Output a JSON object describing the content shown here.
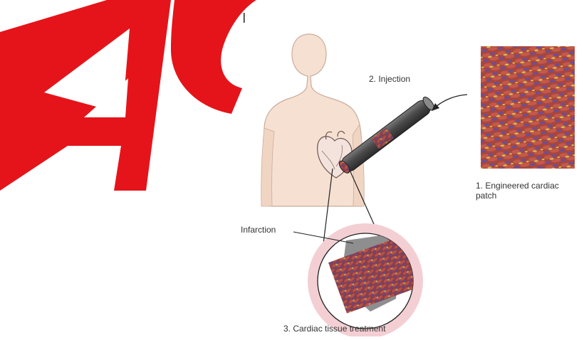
{
  "labels": {
    "injection": "2. Injection",
    "patch_line1": "1. Engineered cardiac",
    "patch_line2": "patch",
    "infarction": "Infarction",
    "treatment": "3. Cardiac tissue treatment"
  },
  "watermark": "AC",
  "colors": {
    "watermark": "#e5141a",
    "skin": "#f6e0d2",
    "skin_outline": "#c9ad9c",
    "patch_red": "#b2473b",
    "patch_purple": "#6a4f9a",
    "patch_yellow": "#d6c24c",
    "tube": "#4a4a4a",
    "halo": "#f3cfd3"
  },
  "icons": [
    "heart-icon",
    "injection-tube-icon",
    "body-silhouette-icon",
    "arrow-icon"
  ]
}
